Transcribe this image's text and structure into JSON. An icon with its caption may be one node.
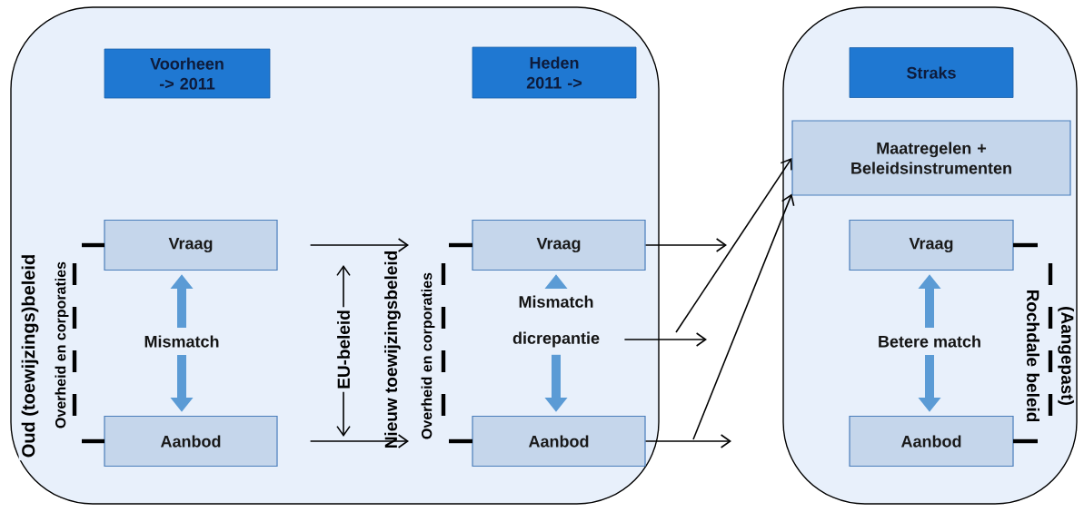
{
  "diagram": {
    "nodes": [
      {
        "text": [],
        "shape": "box"
      },
      {
        "text": [],
        "shape": "box"
      },
      {
        "text": [
          "Voorheen -> 2011"
        ],
        "in": 0
      },
      {
        "text": [
          "Heden 2011 ->"
        ],
        "in": 0
      },
      {
        "text": [
          "Straks"
        ],
        "in": 1
      },
      {
        "text": [
          "Maatregelen + Beleidsinstrumenten"
        ],
        "in": 1
      },
      {
        "text": [
          "Vraag"
        ],
        "in": 0
      },
      {
        "text": [
          "Mismatch"
        ],
        "in": 0
      },
      {
        "text": [
          "Aanbod"
        ],
        "in": 0
      },
      {
        "text": [
          "Nieuw toewijzingsbeleid"
        ],
        "in": 0
      },
      {
        "text": [
          "Vraag"
        ],
        "in": 0
      },
      {
        "text": [
          "Mismatch dicrepantie"
        ],
        "in": 0
      },
      {
        "text": [
          "Aanbod"
        ],
        "in": 0
      },
      {
        "text": [
          "Vraag"
        ],
        "in": 1
      },
      {
        "text": [
          "Betere match"
        ],
        "in": 1
      },
      {
        "text": [
          "Aanbod"
        ],
        "in": 1
      }
    ],
    "edges": [
      {
        "from": 7,
        "to": 6,
        "arrow": "to",
        "style": "thick",
        "color": "#5b9bd5"
      },
      {
        "from": 7,
        "to": 8,
        "arrow": "to",
        "style": "thick",
        "color": "#5b9bd5"
      },
      {
        "from": 6,
        "to": 9,
        "arrow": "to"
      },
      {
        "from": 8,
        "to": 9,
        "arrow": "to"
      },
      {
        "from": 11,
        "to": 10,
        "arrow": "to",
        "style": "thick",
        "color": "#5b9bd5"
      },
      {
        "from": 11,
        "to": 12,
        "arrow": "to",
        "style": "thick",
        "color": "#5b9bd5"
      },
      {
        "from": 10,
        "to": null,
        "arrow": "to"
      },
      {
        "from": 11,
        "to": null,
        "arrow": "to"
      },
      {
        "from": 12,
        "to": null,
        "arrow": "to"
      },
      {
        "from": null,
        "to": 5,
        "arrow": "to"
      },
      {
        "from": null,
        "to": 5,
        "arrow": "to"
      },
      {
        "from": 14,
        "to": 13,
        "arrow": "to",
        "style": "thick",
        "color": "#5b9bd5"
      },
      {
        "from": 14,
        "to": 15,
        "arrow": "to",
        "style": "thick",
        "color": "#5b9bd5"
      }
    ],
    "labels": [
      "Oud (toewijzings)beleid",
      "Overheid en corporaties",
      "EU-beleid",
      "Overheid en corporaties",
      "(Aangepast) Rochdale beleid"
    ]
  }
}
